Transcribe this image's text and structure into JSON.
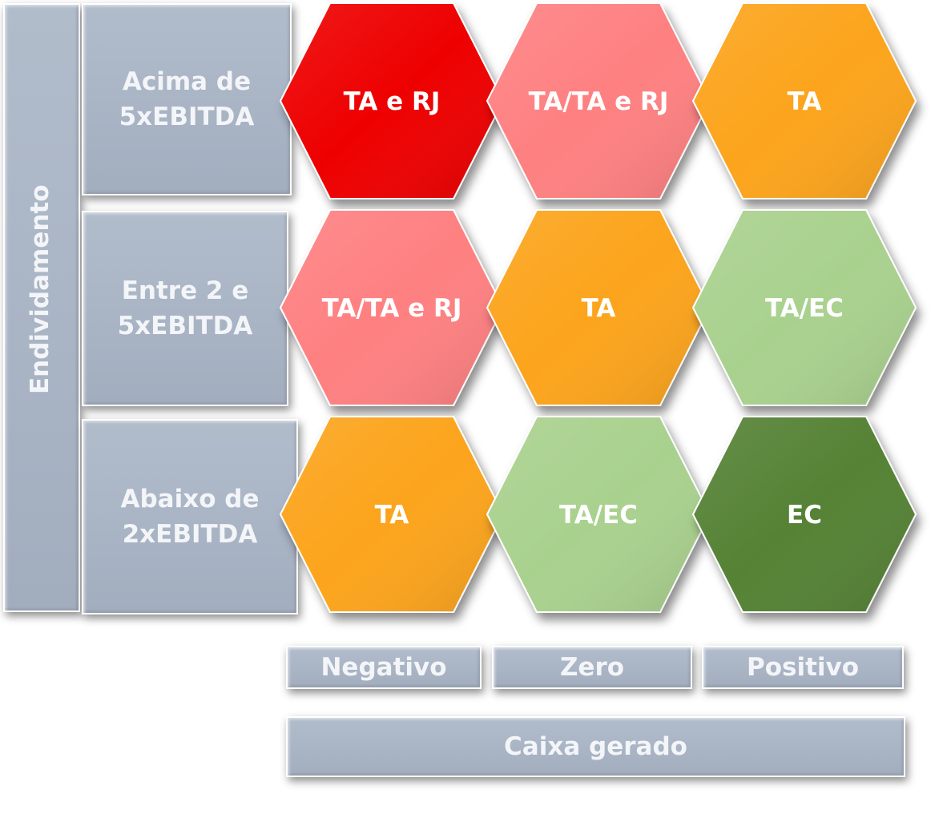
{
  "y_axis": {
    "label": "Endividamento"
  },
  "rows": [
    {
      "label_lines": [
        "Acima de",
        "5xEBITDA"
      ]
    },
    {
      "label_lines": [
        "Entre 2 e",
        "5xEBITDA"
      ]
    },
    {
      "label_lines": [
        "Abaixo de",
        "2xEBITDA"
      ]
    }
  ],
  "columns": [
    "Negativo",
    "Zero",
    "Positivo"
  ],
  "x_axis": {
    "label": "Caixa gerado"
  },
  "cells": [
    {
      "row": 0,
      "col": 0,
      "label": "TA e RJ",
      "color": "#ee0000"
    },
    {
      "row": 0,
      "col": 1,
      "label": "TA/TA e RJ",
      "color": "#fe8081"
    },
    {
      "row": 0,
      "col": 2,
      "label": "TA",
      "color": "#fca41f"
    },
    {
      "row": 1,
      "col": 0,
      "label": "TA/TA e RJ",
      "color": "#fe8081"
    },
    {
      "row": 1,
      "col": 1,
      "label": "TA",
      "color": "#fca41f"
    },
    {
      "row": 1,
      "col": 2,
      "label": "TA/EC",
      "color": "#a9d18e"
    },
    {
      "row": 2,
      "col": 0,
      "label": "TA",
      "color": "#fca41f"
    },
    {
      "row": 2,
      "col": 1,
      "label": "TA/EC",
      "color": "#a9d18e"
    },
    {
      "row": 2,
      "col": 2,
      "label": "EC",
      "color": "#548235"
    }
  ]
}
